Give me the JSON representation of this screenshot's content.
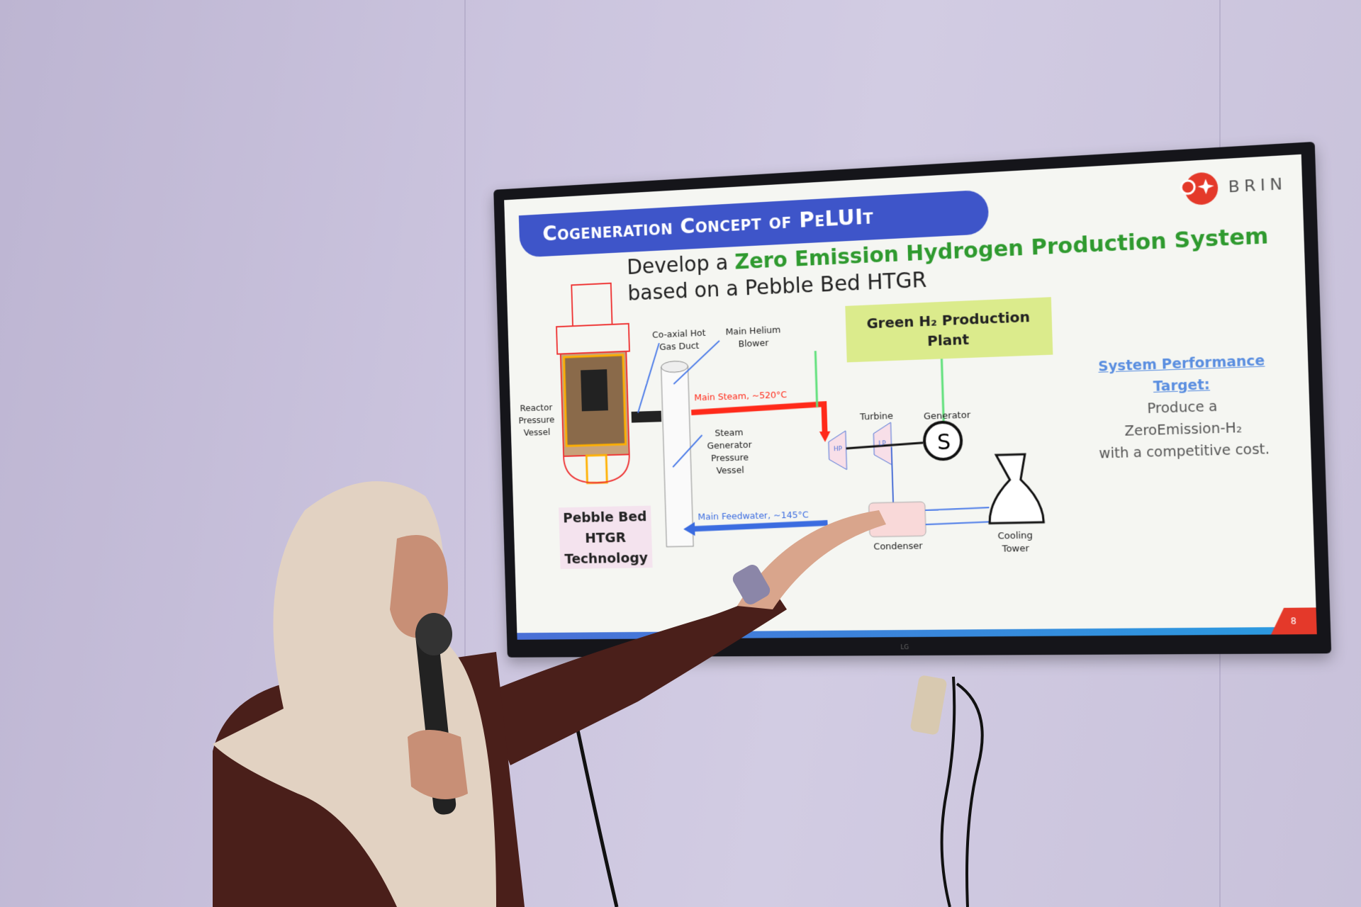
{
  "slide": {
    "title": "Cogeneration Concept of PeLUIt",
    "subtitle_prefix": "Develop a ",
    "subtitle_highlight": "Zero Emission Hydrogen Production System",
    "subtitle_suffix": " based on a Pebble Bed HTGR",
    "logo_text": "BRIN",
    "labels": {
      "coaxial": "Co-axial Hot Gas Duct",
      "blower": "Main Helium Blower",
      "rpv": "Reactor Pressure Vessel",
      "main_steam": "Main Steam, ~520°C",
      "sgpv": "Steam Generator Pressure Vessel",
      "turbine": "Turbine",
      "hp": "HP",
      "lp": "LP",
      "generator": "Generator",
      "feedwater": "Main Feedwater, ~145°C",
      "condenser": "Condenser",
      "cooling_tower": "Cooling Tower"
    },
    "green_box": "Green H₂ Production Plant",
    "pebble_bed": "Pebble Bed HTGR Technology",
    "performance": {
      "title": "System Performance Target:",
      "line1": "Produce a",
      "line2": "ZeroEmission-H₂",
      "line3": "with a competitive cost."
    },
    "page_number": "8",
    "tv_brand": "LG"
  },
  "colors": {
    "banner": "#3e55c9",
    "steam": "#ff2a1a",
    "feedwater": "#3b6ce0",
    "highlight": "#2f9a2f",
    "h2_box": "#dbeb8c",
    "brin": "#e4392a"
  }
}
